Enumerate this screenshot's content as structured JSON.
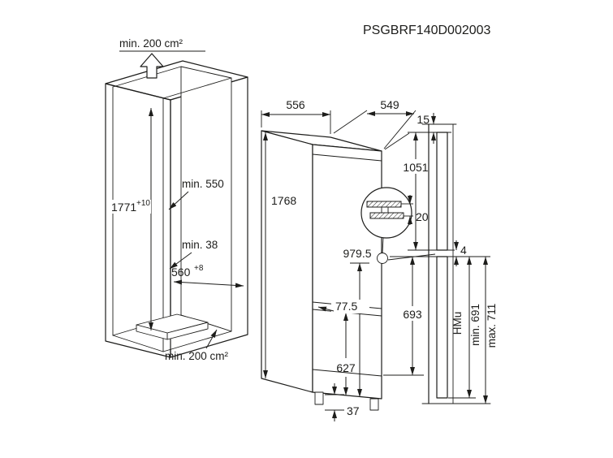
{
  "meta": {
    "title": "PSGBRF140D002003"
  },
  "colors": {
    "ink": "#1d1d1b",
    "background": "#ffffff"
  },
  "niche": {
    "vent_top": "min. 200 cm²",
    "vent_bottom": "min. 200 cm²",
    "height": "1771",
    "height_tolerance": "+10",
    "depth": "min. 550",
    "clearance": "min. 38",
    "width": "560",
    "width_tolerance": "+8"
  },
  "appliance": {
    "width": "556",
    "depth": "549",
    "height": "1768",
    "upper_door_height": "1051",
    "hinge_offset": "20",
    "hinge_height": "979.5",
    "door_gap": "77.5",
    "lower_door_height": "693",
    "lower_section": "627",
    "plinth_height": "37"
  },
  "panel": {
    "top_gap": "15",
    "door_gap": "4",
    "door_height_label": "HMu",
    "door_height_min": "min. 691",
    "door_height_max": "max. 711"
  }
}
